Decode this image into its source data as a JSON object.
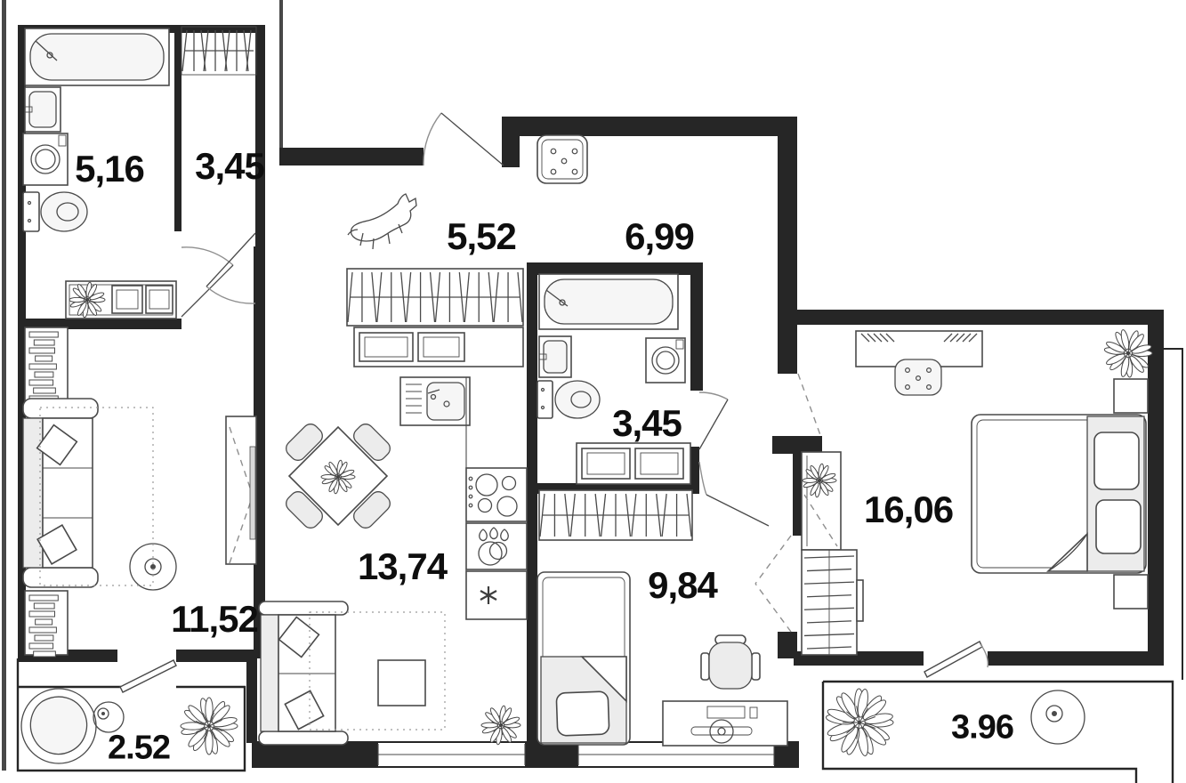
{
  "palette": {
    "wall": "#262626",
    "line": "#4a4a4a",
    "soft": "#8f8f8f",
    "fill-light": "#ececec",
    "fill-lighter": "#f6f6f6",
    "bg": "#ffffff",
    "label": "#0e0e0e"
  },
  "rooms": [
    {
      "id": "bathroom-main",
      "area_label": "5,16"
    },
    {
      "id": "closet",
      "area_label": "3,45"
    },
    {
      "id": "hallway",
      "area_label": "5,52"
    },
    {
      "id": "corridor",
      "area_label": "6,99"
    },
    {
      "id": "bathroom-second",
      "area_label": "3,45"
    },
    {
      "id": "kitchen-dining",
      "area_label": "13,74"
    },
    {
      "id": "kids-room",
      "area_label": "9,84"
    },
    {
      "id": "living-room",
      "area_label": "11,52"
    },
    {
      "id": "bedroom",
      "area_label": "16,06"
    },
    {
      "id": "balcony-left",
      "area_label": "2.52"
    },
    {
      "id": "balcony-right",
      "area_label": "3.96"
    }
  ]
}
